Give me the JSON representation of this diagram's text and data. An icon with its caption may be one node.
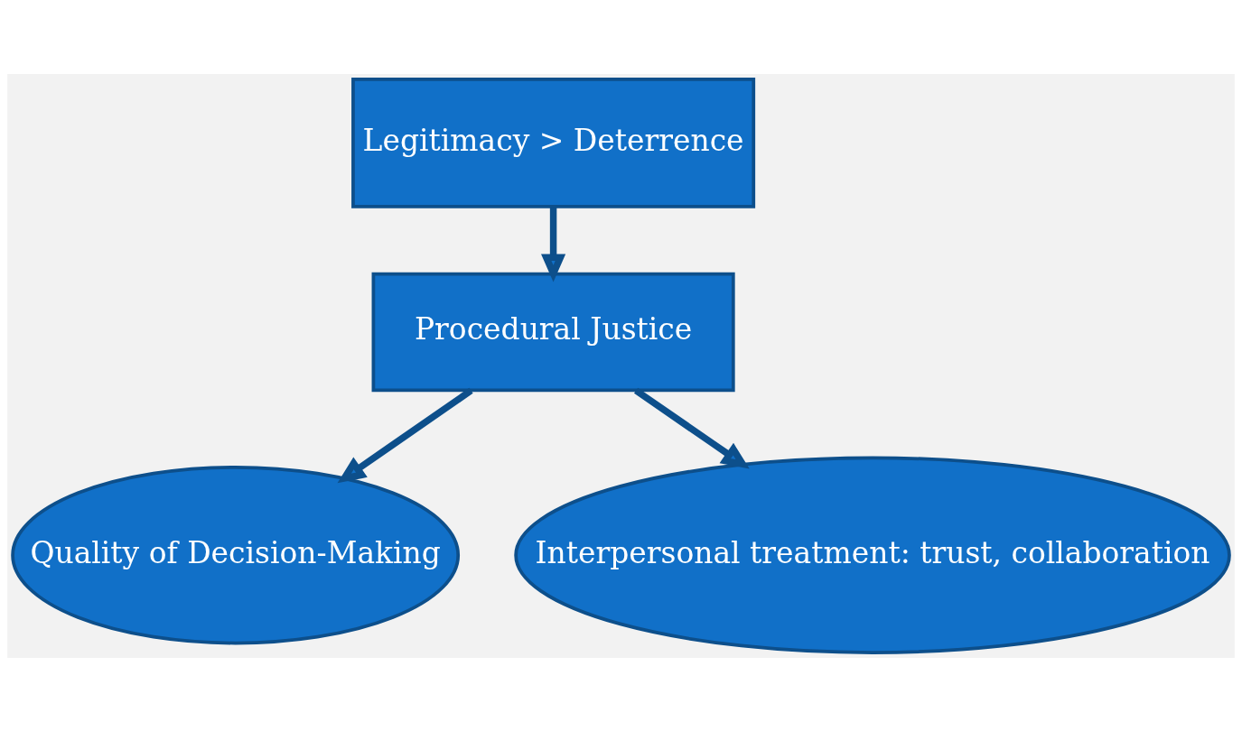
{
  "diagram": {
    "nodes": [
      {
        "text": [
          "Legitimacy > Deterrence"
        ]
      },
      {
        "text": [
          "Procedural Justice"
        ]
      },
      {
        "text": [
          "Quality of Decision-Making"
        ]
      },
      {
        "text": [
          "Interpersonal treatment: trust, collaboration"
        ]
      }
    ],
    "edges": [
      {
        "from": 0,
        "to": 1,
        "arrow": "to"
      },
      {
        "from": 1,
        "to": 2,
        "arrow": "to"
      },
      {
        "from": 1,
        "to": 3,
        "arrow": "to"
      }
    ]
  }
}
